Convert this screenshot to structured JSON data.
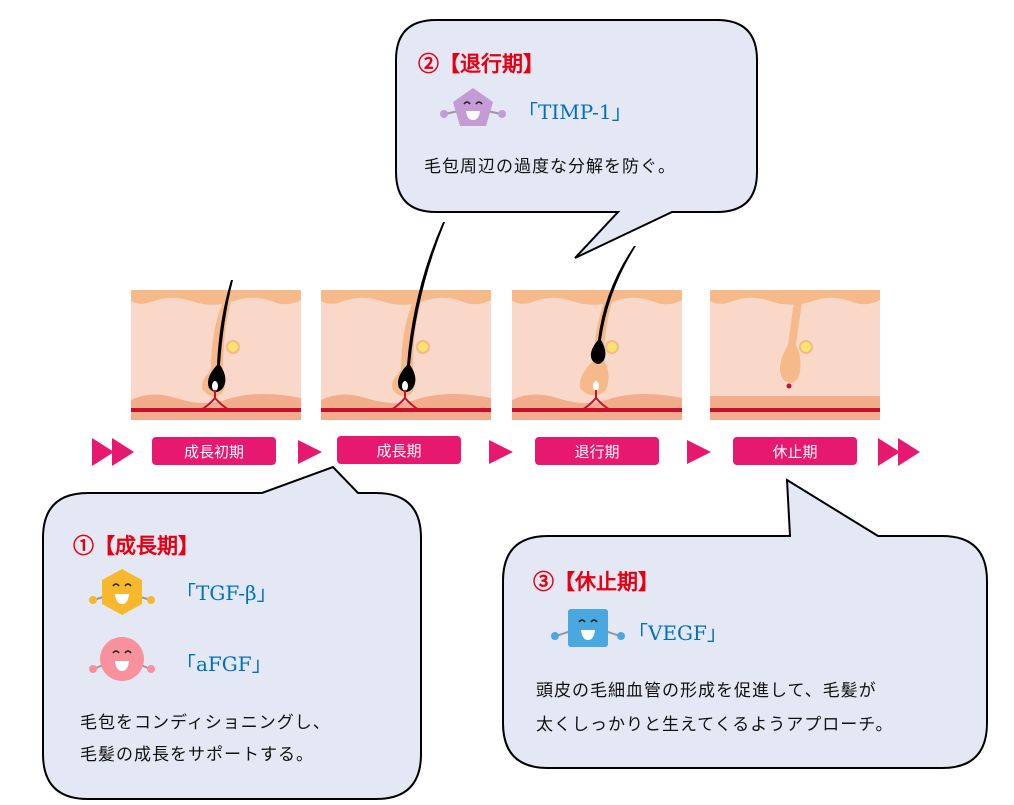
{
  "colors": {
    "bubble_bg": "#e3e8f4",
    "title": "#e60012",
    "factor": "#0070c0",
    "pill": "#e6186f",
    "arrow": "#e6186f"
  },
  "stages": [
    "成長初期",
    "成長期",
    "退行期",
    "休止期"
  ],
  "bubbles": {
    "growth": {
      "title": "①【成長期】",
      "factors": [
        {
          "name": "「TGF-β」",
          "icon": "hexagon-character-icon"
        },
        {
          "name": "「aFGF」",
          "icon": "circle-character-icon"
        }
      ],
      "body": [
        "毛包をコンディショニングし、",
        "毛髪の成長をサポートする。"
      ]
    },
    "catagen": {
      "title": "②【退行期】",
      "factors": [
        {
          "name": "「TIMP-1」",
          "icon": "pentagon-character-icon"
        }
      ],
      "body": [
        "毛包周辺の過度な分解を防ぐ。"
      ]
    },
    "telogen": {
      "title": "③【休止期】",
      "factors": [
        {
          "name": "「VEGF」",
          "icon": "square-character-icon"
        }
      ],
      "body": [
        "頭皮の毛細血管の形成を促進して、毛髪が",
        "太くしっかりと生えてくるようアプローチ。"
      ]
    }
  }
}
